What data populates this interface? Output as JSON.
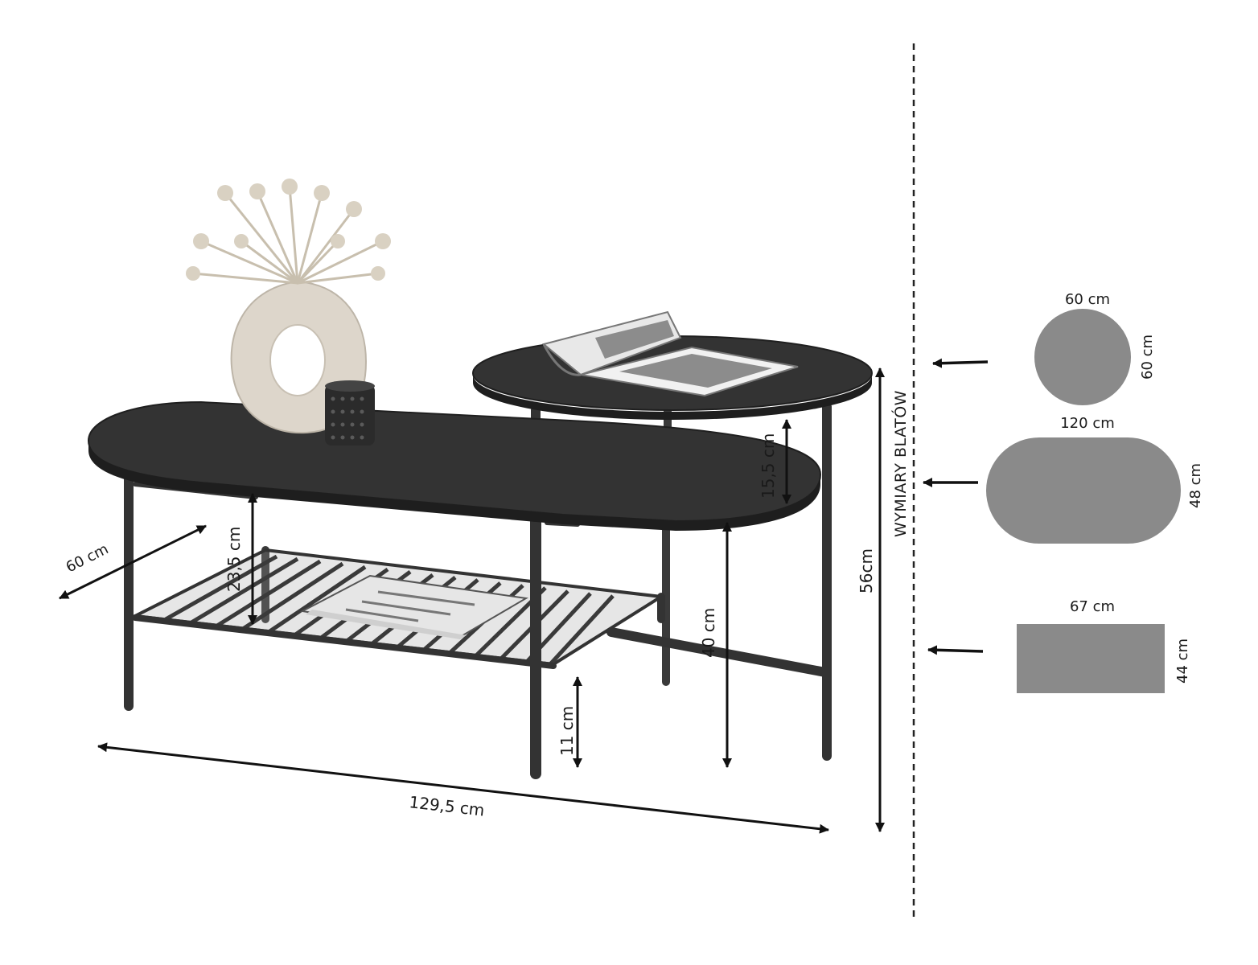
{
  "side_title": "WYMIARY BLATÓW",
  "dimensions": {
    "depth": "60 cm",
    "shelf_gap": "23,5 cm",
    "total_width": "129,5 cm",
    "floor_clearance": "11 cm",
    "mid_top_height": "40 cm",
    "top_gap": "15,5 cm",
    "total_height": "56cm"
  },
  "tops": {
    "round": {
      "width": "60 cm",
      "height": "60 cm"
    },
    "oval": {
      "width": "120 cm",
      "height": "48 cm"
    },
    "rect": {
      "width": "67 cm",
      "height": "44 cm"
    }
  },
  "colors": {
    "frame": "#333333",
    "top": "#2e2e2e",
    "swatch": "#8a8a8a",
    "vase": "#dcd6cc",
    "arrow": "#111111"
  }
}
